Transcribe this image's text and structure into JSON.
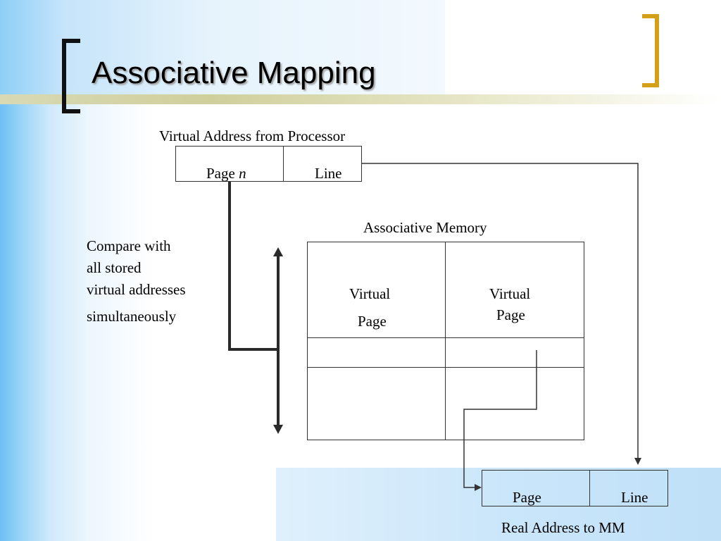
{
  "slide": {
    "title": "Associative Mapping"
  },
  "diagram": {
    "virtual_address_label": "Virtual Address from Processor",
    "va_page_label": "Page",
    "va_page_var": "n",
    "va_line_label": "Line",
    "associative_memory_label": "Associative Memory",
    "compare_line1": "Compare with",
    "compare_line2": "all stored",
    "compare_line3": "virtual addresses",
    "compare_line4": "simultaneously",
    "am_col1_line1": "Virtual",
    "am_col1_line2": "Page",
    "am_col2_line1": "Virtual",
    "am_col2_line2": "Page",
    "ra_page_label": "Page",
    "ra_line_label": "Line",
    "real_address_label": "Real Address to MM"
  },
  "colors": {
    "accent_left_bracket": "#111111",
    "accent_right_bracket": "#d4a017",
    "background_blue": "#6cc0f4"
  }
}
